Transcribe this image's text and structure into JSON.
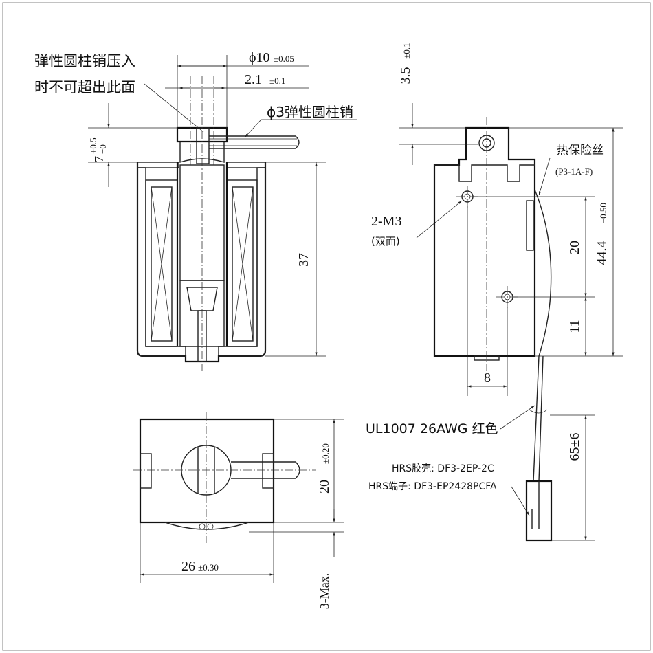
{
  "labels": {
    "pin_note_line1": "弹性圆柱销压入",
    "pin_note_line2": "时不可超出此面",
    "pin_spec": "ϕ3弹性圆柱销",
    "thermal_fuse": "热保险丝",
    "thermal_fuse_model": "(P3-1A-F)",
    "screw_holes": "2-M3",
    "screw_holes_note": "(双面)",
    "wire_spec": "UL1007 26AWG 红色",
    "housing_spec": "HRS胶壳: DF3-2EP-2C",
    "terminal_spec": "HRS端子: DF3-EP2428PCFA"
  },
  "dimensions": {
    "phi10": "ϕ10",
    "phi10_tol": "±0.05",
    "d2_1": "2.1",
    "d2_1_tol": "±0.1",
    "d7": "7",
    "d7_tol_plus": "+0.5",
    "d7_tol_minus": "−0",
    "d37": "37",
    "d3_5": "3.5",
    "d3_5_tol": "±0.1",
    "d20_side": "20",
    "d44_4": "44.4",
    "d44_4_tol": "±0.50",
    "d11": "11",
    "d8": "8",
    "d65": "65±6",
    "d20_top": "20",
    "d20_top_tol": "±0.20",
    "d26": "26",
    "d26_tol": "±0.30",
    "d3max": "3-Max."
  }
}
